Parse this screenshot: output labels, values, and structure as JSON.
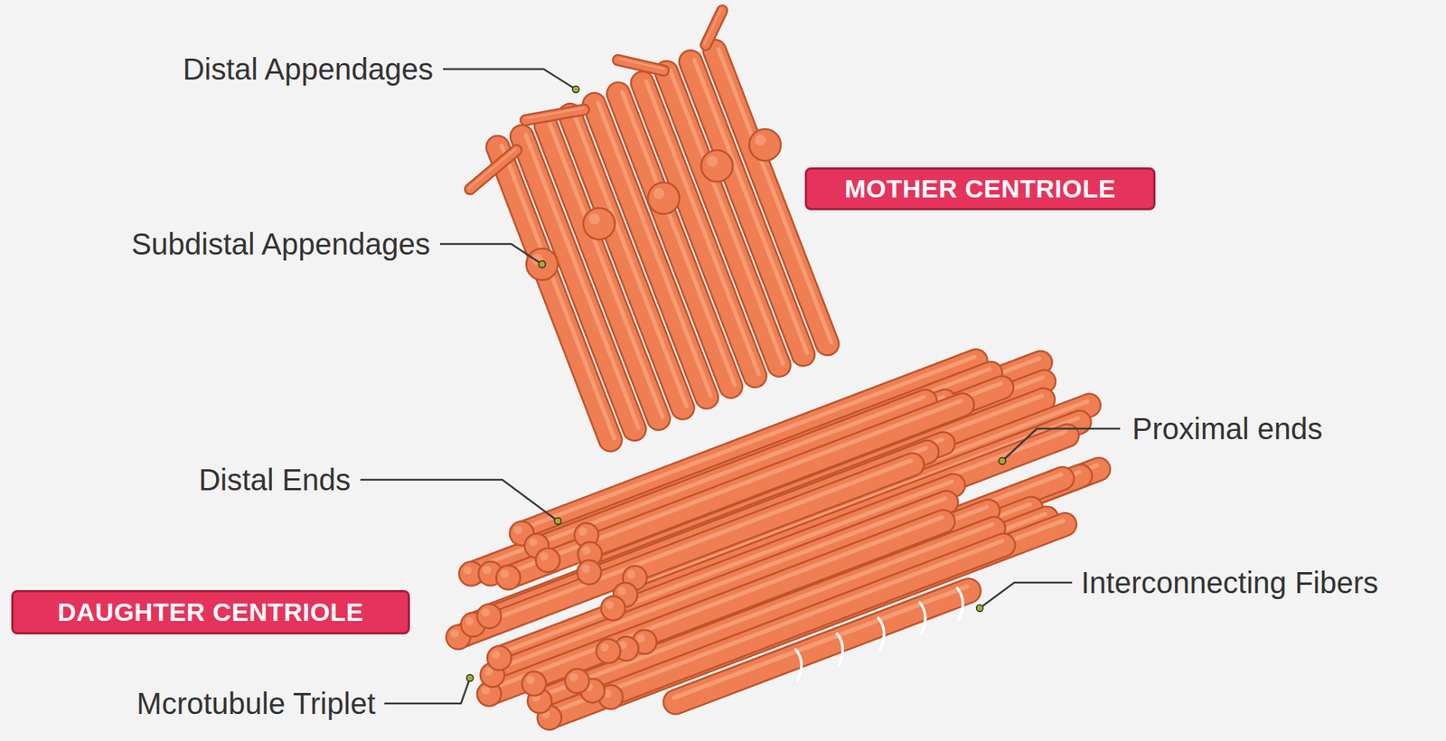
{
  "diagram": {
    "nodes": [
      {
        "text": [
          "MOTHER CENTRIOLE"
        ]
      },
      {
        "text": [
          "DAUGHTER CENTRIOLE"
        ]
      }
    ],
    "labels": [
      "Distal Appendages",
      "Subdistal Appendages",
      "Distal Ends",
      "Proximal ends",
      "Interconnecting Fibers",
      "Mcrotubule Triplet"
    ]
  }
}
